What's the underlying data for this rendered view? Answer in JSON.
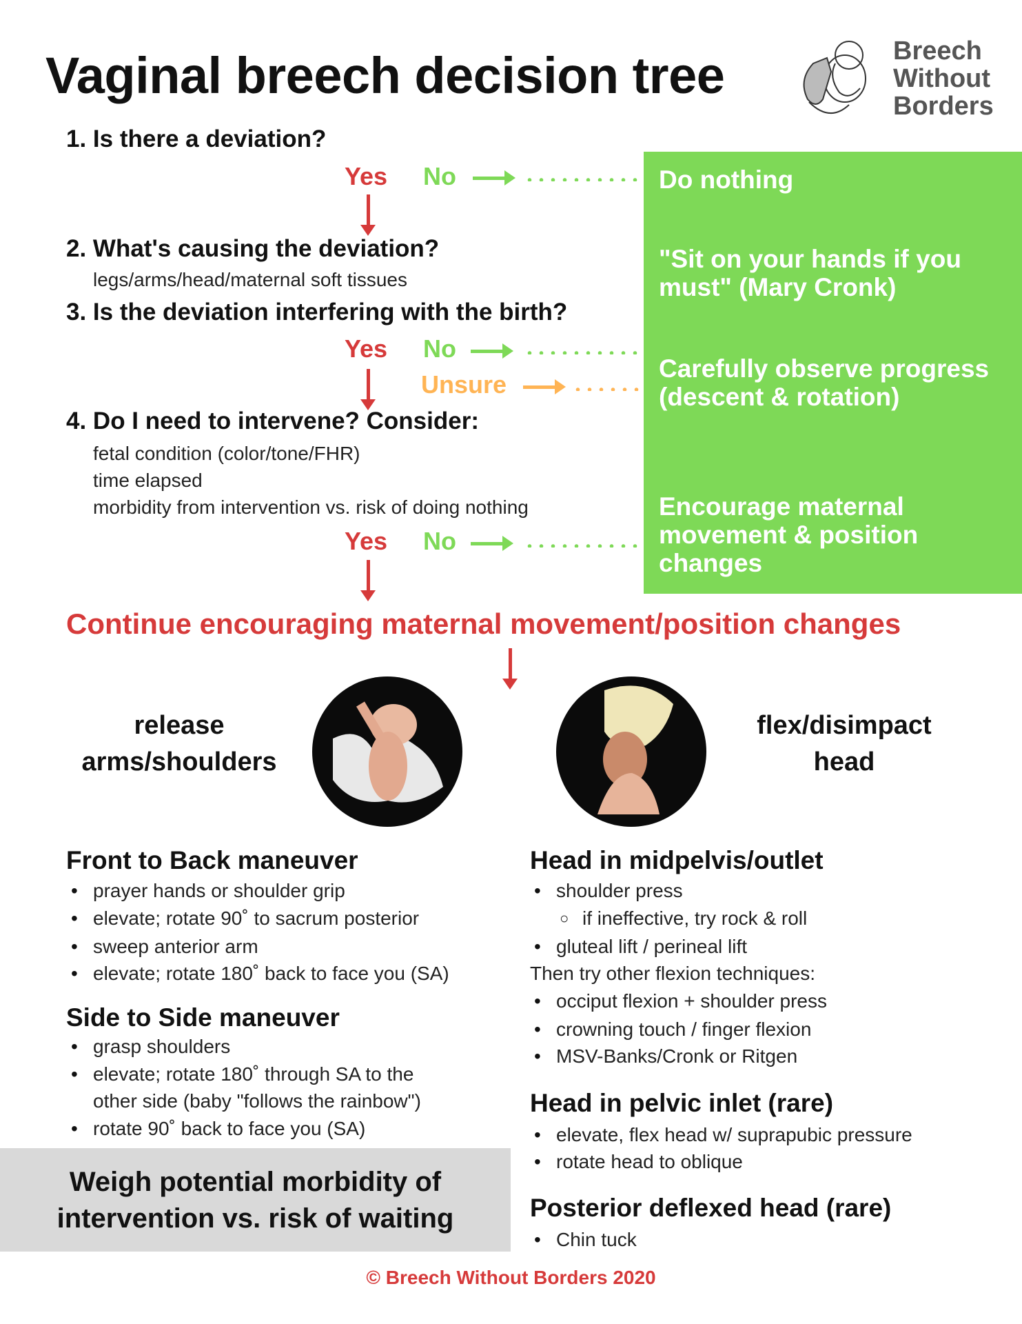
{
  "title": "Vaginal breech decision tree",
  "logo": {
    "line1": "Breech",
    "line2": "Without",
    "line3": "Borders"
  },
  "questions": {
    "q1": "1. Is there a deviation?",
    "q2": "2. What's causing the deviation?",
    "q2_sub": "legs/arms/head/maternal soft tissues",
    "q3": "3. Is the deviation interfering with the birth?",
    "q4": "4. Do I need to intervene? Consider:",
    "q4_subs": [
      "fetal condition (color/tone/FHR)",
      "time elapsed",
      "morbidity from intervention vs. risk of doing nothing"
    ]
  },
  "options": {
    "yes": "Yes",
    "no": "No",
    "unsure": "Unsure"
  },
  "green_box": {
    "do_nothing": "Do nothing",
    "sit_on_hands": "\"Sit on your hands if you must\" (Mary Cronk)",
    "observe": "Carefully observe progress (descent & rotation)",
    "encourage": "Encourage maternal movement & position changes"
  },
  "continue": "Continue encouraging maternal movement/position changes",
  "captions": {
    "left": "release arms/shoulders",
    "right": "flex/disimpact head"
  },
  "left_col": {
    "front_to_back": {
      "heading": "Front to Back maneuver",
      "items": [
        "prayer hands or shoulder grip",
        "elevate; rotate 90˚ to sacrum posterior",
        "sweep anterior arm",
        "elevate; rotate 180˚ back to face you (SA)"
      ]
    },
    "side_to_side": {
      "heading": "Side to Side maneuver",
      "items": [
        "grasp shoulders",
        "elevate; rotate 180˚ through SA to the",
        "other side (baby \"follows the rainbow\")",
        "rotate 90˚ back to face you (SA)"
      ]
    },
    "weigh": {
      "line1": "Weigh potential morbidity of",
      "line2": "intervention vs. risk of waiting"
    }
  },
  "right_col": {
    "midpelvis": {
      "heading": "Head in midpelvis/outlet",
      "items": [
        "shoulder press",
        "if ineffective, try rock & roll",
        "gluteal lift / perineal lift"
      ],
      "then": "Then try other flexion techniques:",
      "items2": [
        "occiput flexion + shoulder press",
        "crowning touch / finger flexion",
        "MSV-Banks/Cronk or Ritgen"
      ]
    },
    "inlet": {
      "heading": "Head in pelvic inlet (rare)",
      "items": [
        "elevate, flex head w/ suprapubic pressure",
        "rotate head to oblique"
      ]
    },
    "posterior": {
      "heading": "Posterior deflexed head (rare)",
      "items": [
        "Chin tuck"
      ]
    }
  },
  "footer": "© Breech Without Borders 2020",
  "colors": {
    "red": "#d63a3a",
    "green": "#7ed957",
    "orange": "#ffb454",
    "grey": "#d9d9d9"
  }
}
